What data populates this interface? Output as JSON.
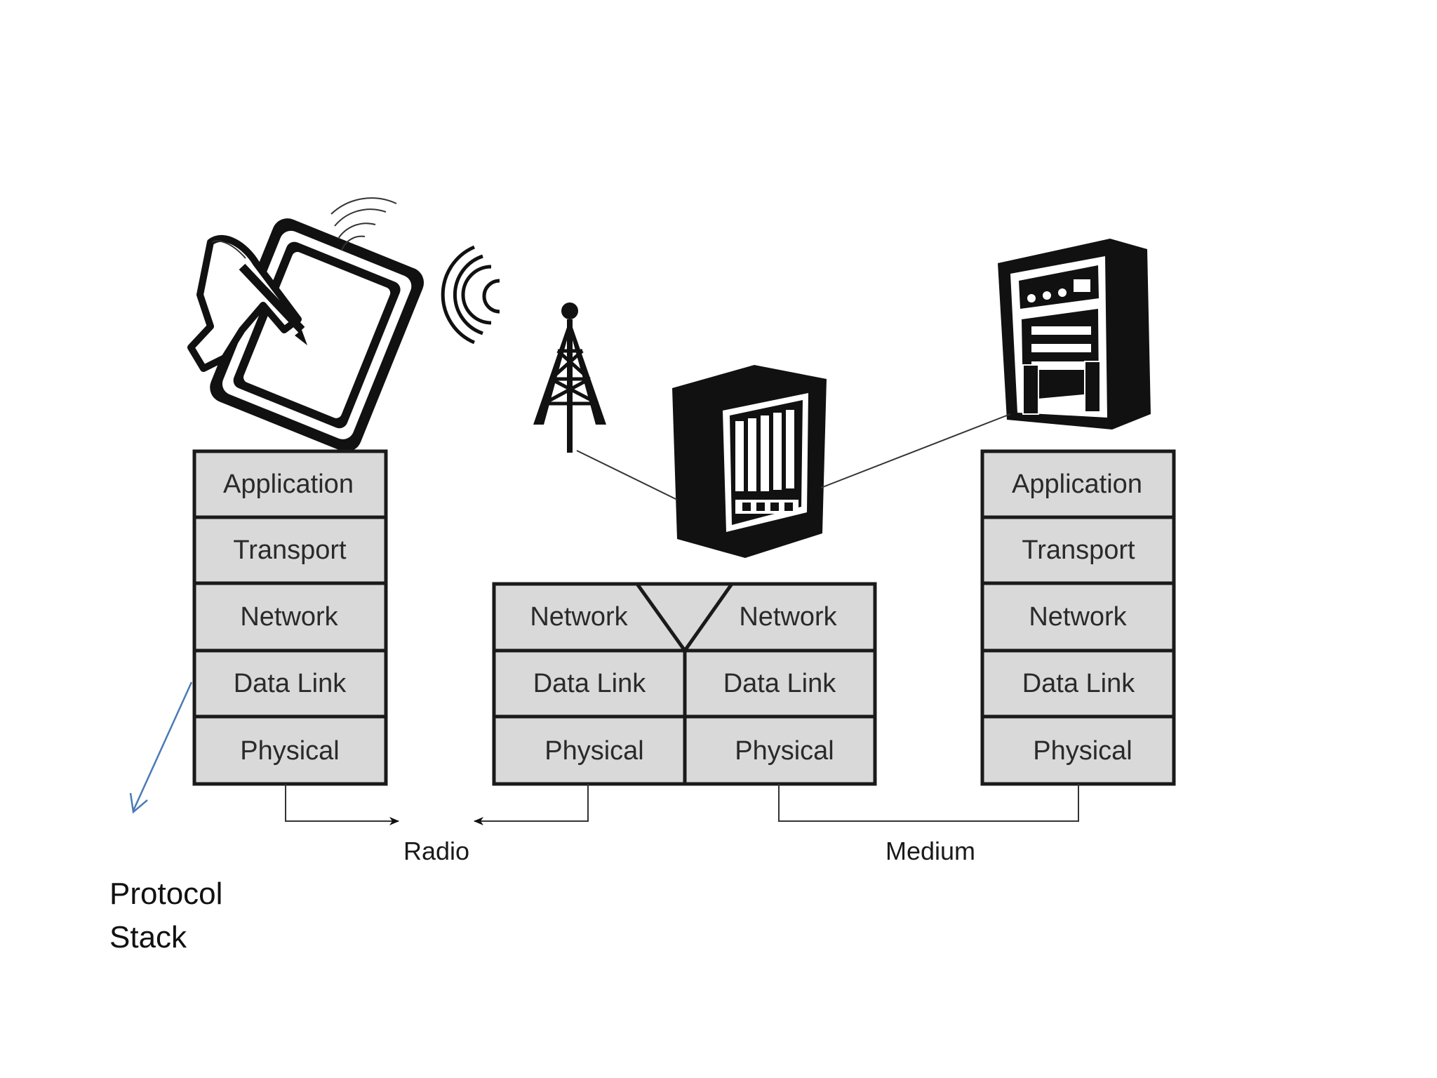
{
  "callout": {
    "line1": "Protocol",
    "line2": "Stack"
  },
  "host_stack": [
    "Application",
    "Transport",
    "Network",
    "Data Link",
    "Physical"
  ],
  "router_stack": {
    "left": [
      "Network",
      "Data Link",
      "Physical"
    ],
    "right": [
      "Network",
      "Data Link",
      "Physical"
    ]
  },
  "server_stack": [
    "Application",
    "Transport",
    "Network",
    "Data Link",
    "Physical"
  ],
  "links": {
    "radio": "Radio",
    "medium": "Medium"
  },
  "devices": {
    "tablet": "tablet-with-stylus-icon",
    "tower": "radio-tower-icon",
    "router": "router-rack-icon",
    "server": "server-cabinet-icon"
  },
  "colors": {
    "layer_fill": "#d9d9d9",
    "callout_arrow": "#4a7ab5"
  }
}
